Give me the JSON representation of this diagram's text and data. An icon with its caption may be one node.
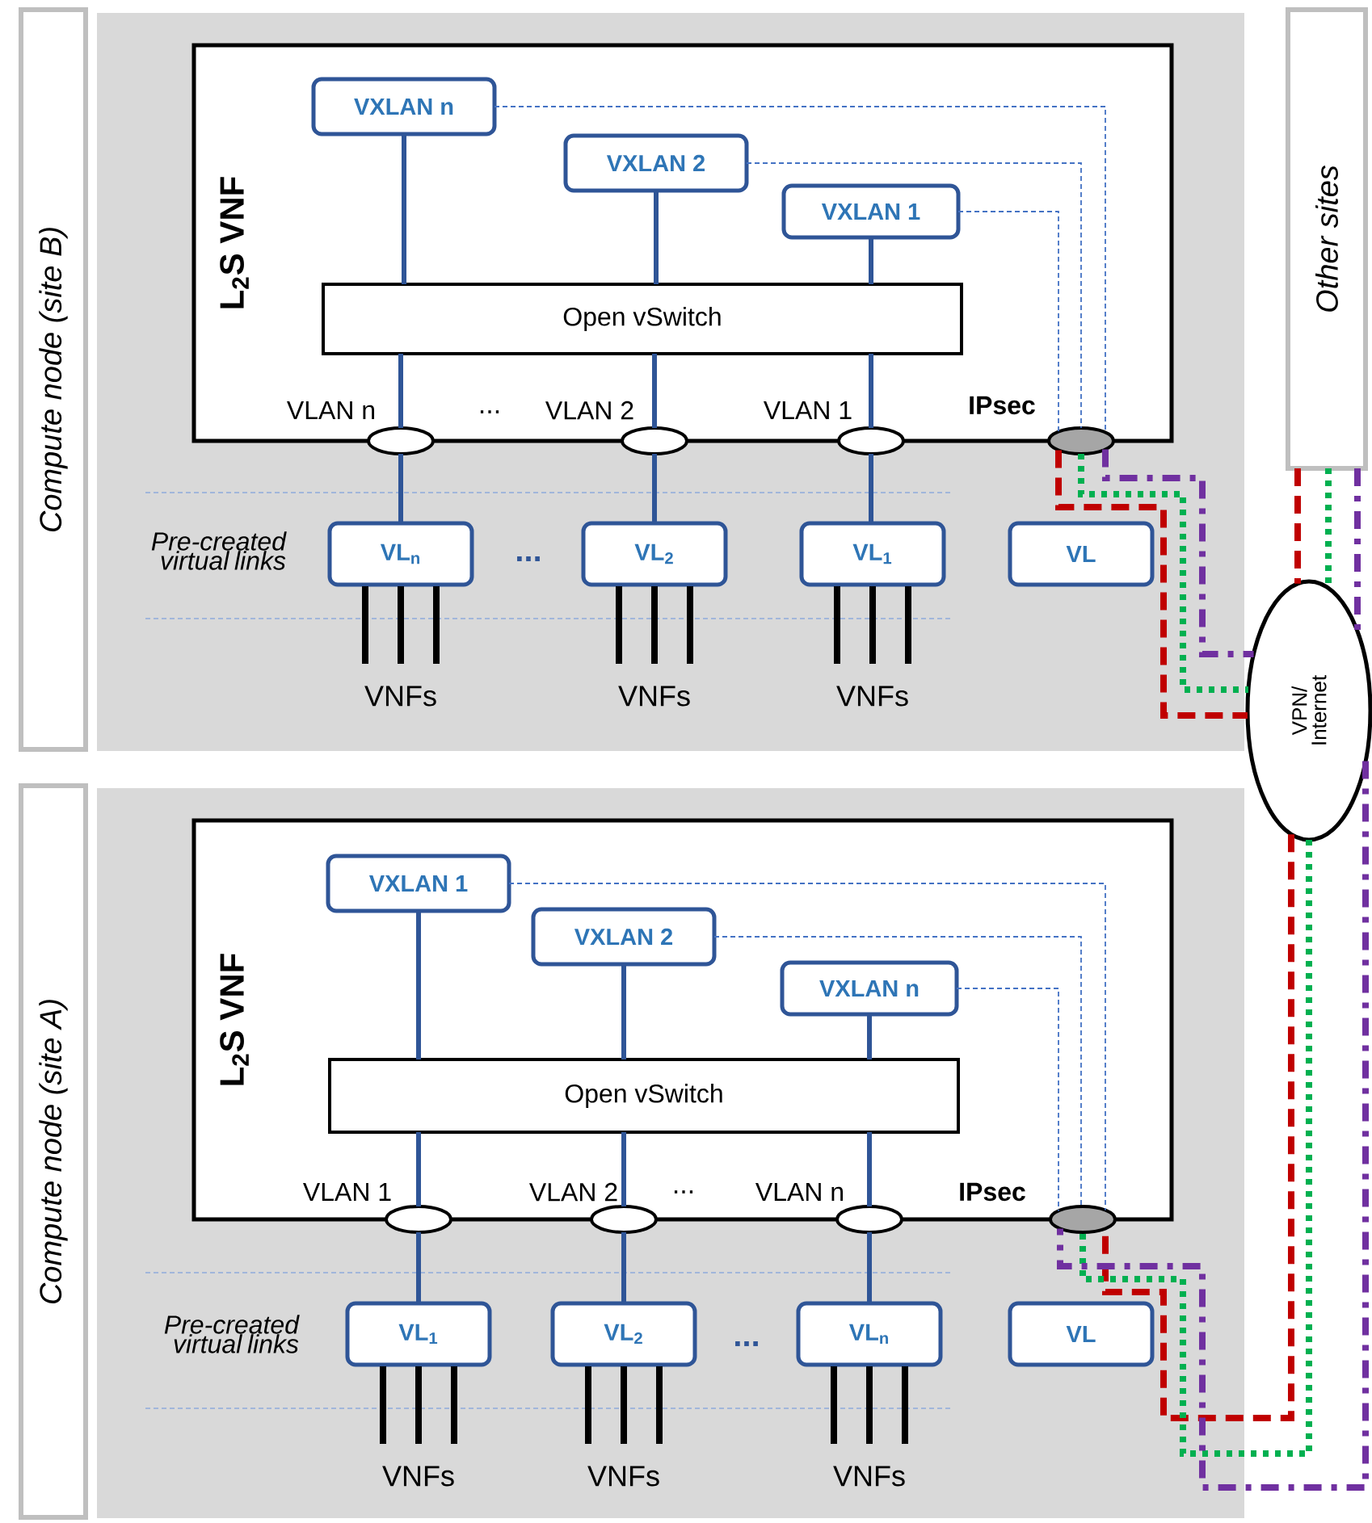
{
  "diagram": {
    "nodes": [
      {
        "text": [
          "Compute node (site B)"
        ]
      },
      {
        "text": [
          "L$_{2}$S VNF"
        ]
      },
      {
        "text": [
          "VXLAN n"
        ],
        "in": 1
      },
      {
        "text": [
          "VXLAN 2"
        ],
        "in": 1
      },
      {
        "text": [
          "VXLAN 1"
        ],
        "in": 1
      },
      {
        "text": [
          "Open vSwitch"
        ],
        "in": 1
      },
      {
        "text": [],
        "shape": "ellipse",
        "beside": [
          "VLAN n"
        ]
      },
      {
        "text": [],
        "shape": "ellipse",
        "beside": [
          "VLAN 2"
        ]
      },
      {
        "text": [],
        "shape": "ellipse",
        "beside": [
          "VLAN 1"
        ]
      },
      {
        "text": [],
        "shape": "ellipse",
        "beside": [
          "IPsec"
        ]
      },
      {
        "text": [
          "VL$_{n}$"
        ]
      },
      {
        "text": [
          "VL$_{2}$"
        ]
      },
      {
        "text": [
          "VL$_{1}$"
        ]
      },
      {
        "text": [
          "VL"
        ]
      },
      {
        "text": [
          "Other sites"
        ]
      },
      {
        "text": [
          "VPN/ Internet"
        ]
      },
      {
        "text": [
          "Compute node (site A)"
        ]
      },
      {
        "text": [
          "L$_{2}$S VNF"
        ]
      },
      {
        "text": [
          "VXLAN 1"
        ],
        "in": 17
      },
      {
        "text": [
          "VXLAN 2"
        ],
        "in": 17
      },
      {
        "text": [
          "VXLAN n"
        ],
        "in": 17
      },
      {
        "text": [
          "Open vSwitch"
        ],
        "in": 17
      },
      {
        "text": [],
        "shape": "ellipse",
        "beside": [
          "VLAN 1"
        ]
      },
      {
        "text": [],
        "shape": "ellipse",
        "beside": [
          "VLAN 2"
        ]
      },
      {
        "text": [],
        "shape": "ellipse",
        "beside": [
          "VLAN n"
        ]
      },
      {
        "text": [],
        "shape": "ellipse",
        "beside": [
          "IPsec"
        ]
      },
      {
        "text": [
          "VL$_{1}$"
        ]
      },
      {
        "text": [
          "VL$_{2}$"
        ]
      },
      {
        "text": [
          "VL$_{n}$"
        ]
      },
      {
        "text": [
          "VL"
        ]
      }
    ],
    "edges": [
      {
        "from": 2,
        "to": 5,
        "arrow": "none"
      },
      {
        "from": 3,
        "to": 5,
        "arrow": "none"
      },
      {
        "from": 4,
        "to": 5,
        "arrow": "none"
      },
      {
        "from": 5,
        "to": 6,
        "arrow": "none"
      },
      {
        "from": 5,
        "to": 7,
        "arrow": "none"
      },
      {
        "from": 5,
        "to": 8,
        "arrow": "none"
      },
      {
        "from": 6,
        "to": 10,
        "arrow": "none"
      },
      {
        "from": 7,
        "to": 11,
        "arrow": "none"
      },
      {
        "from": 8,
        "to": 12,
        "arrow": "none"
      },
      {
        "from": 2,
        "to": 9,
        "arrow": "none",
        "style": "dashed",
        "color": "#4472c4"
      },
      {
        "from": 3,
        "to": 9,
        "arrow": "none",
        "style": "dashed",
        "color": "#4472c4"
      },
      {
        "from": 4,
        "to": 9,
        "arrow": "none",
        "style": "dashed",
        "color": "#4472c4"
      },
      {
        "from": 9,
        "to": 15,
        "arrow": "none",
        "style": "dashed",
        "color": "#c00000"
      },
      {
        "from": 9,
        "to": 15,
        "arrow": "none",
        "style": "dashed",
        "color": "#00b050"
      },
      {
        "from": 9,
        "to": 15,
        "arrow": "none",
        "style": "dashed",
        "color": "#7030a0"
      },
      {
        "from": 14,
        "to": 15,
        "arrow": "none",
        "style": "dashed",
        "color": "#c00000"
      },
      {
        "from": 14,
        "to": 15,
        "arrow": "none",
        "style": "dashed",
        "color": "#00b050"
      },
      {
        "from": 14,
        "to": 15,
        "arrow": "none",
        "style": "dashed",
        "color": "#7030a0"
      },
      {
        "from": 18,
        "to": 21,
        "arrow": "none"
      },
      {
        "from": 19,
        "to": 21,
        "arrow": "none"
      },
      {
        "from": 20,
        "to": 21,
        "arrow": "none"
      },
      {
        "from": 21,
        "to": 22,
        "arrow": "none"
      },
      {
        "from": 21,
        "to": 23,
        "arrow": "none"
      },
      {
        "from": 21,
        "to": 24,
        "arrow": "none"
      },
      {
        "from": 22,
        "to": 26,
        "arrow": "none"
      },
      {
        "from": 23,
        "to": 27,
        "arrow": "none"
      },
      {
        "from": 24,
        "to": 28,
        "arrow": "none"
      },
      {
        "from": 18,
        "to": 25,
        "arrow": "none",
        "style": "dashed",
        "color": "#4472c4"
      },
      {
        "from": 19,
        "to": 25,
        "arrow": "none",
        "style": "dashed",
        "color": "#4472c4"
      },
      {
        "from": 20,
        "to": 25,
        "arrow": "none",
        "style": "dashed",
        "color": "#4472c4"
      },
      {
        "from": 15,
        "to": 25,
        "arrow": "none",
        "style": "dashed",
        "color": "#c00000"
      },
      {
        "from": 15,
        "to": 25,
        "arrow": "none",
        "style": "dashed",
        "color": "#00b050"
      },
      {
        "from": 15,
        "to": 25,
        "arrow": "none",
        "style": "dashed",
        "color": "#7030a0"
      }
    ],
    "labels": [
      "...",
      "Pre-created virtual links",
      "...",
      "VNFs",
      "VNFs",
      "VNFs",
      "...",
      "Pre-created virtual links",
      "...",
      "VNFs",
      "VNFs",
      "VNFs"
    ]
  }
}
